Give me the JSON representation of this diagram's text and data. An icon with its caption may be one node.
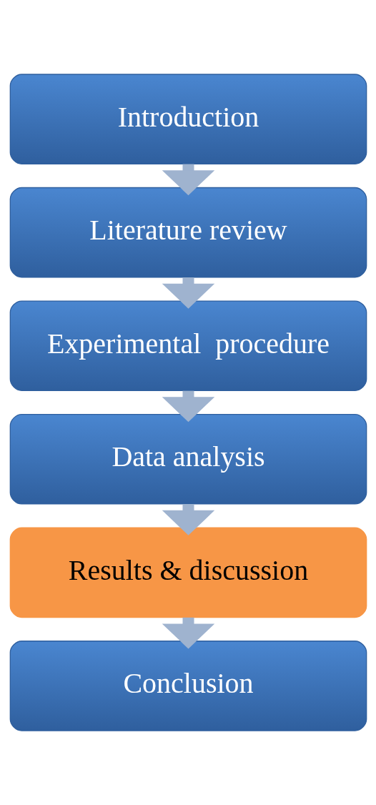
{
  "diagram": {
    "nodes": [
      {
        "text": [
          "Introduction"
        ]
      },
      {
        "text": [
          "Literature review"
        ]
      },
      {
        "text": [
          "Experimental  procedure"
        ]
      },
      {
        "text": [
          "Data analysis"
        ]
      },
      {
        "text": [
          "Results & discussion"
        ]
      },
      {
        "text": [
          "Conclusion"
        ]
      }
    ],
    "edges": [
      {
        "from": 0,
        "to": 1,
        "arrow": "to"
      },
      {
        "from": 1,
        "to": 2,
        "arrow": "to"
      },
      {
        "from": 2,
        "to": 3,
        "arrow": "to"
      },
      {
        "from": 3,
        "to": 4,
        "arrow": "to"
      },
      {
        "from": 4,
        "to": 5,
        "arrow": "to"
      }
    ]
  }
}
